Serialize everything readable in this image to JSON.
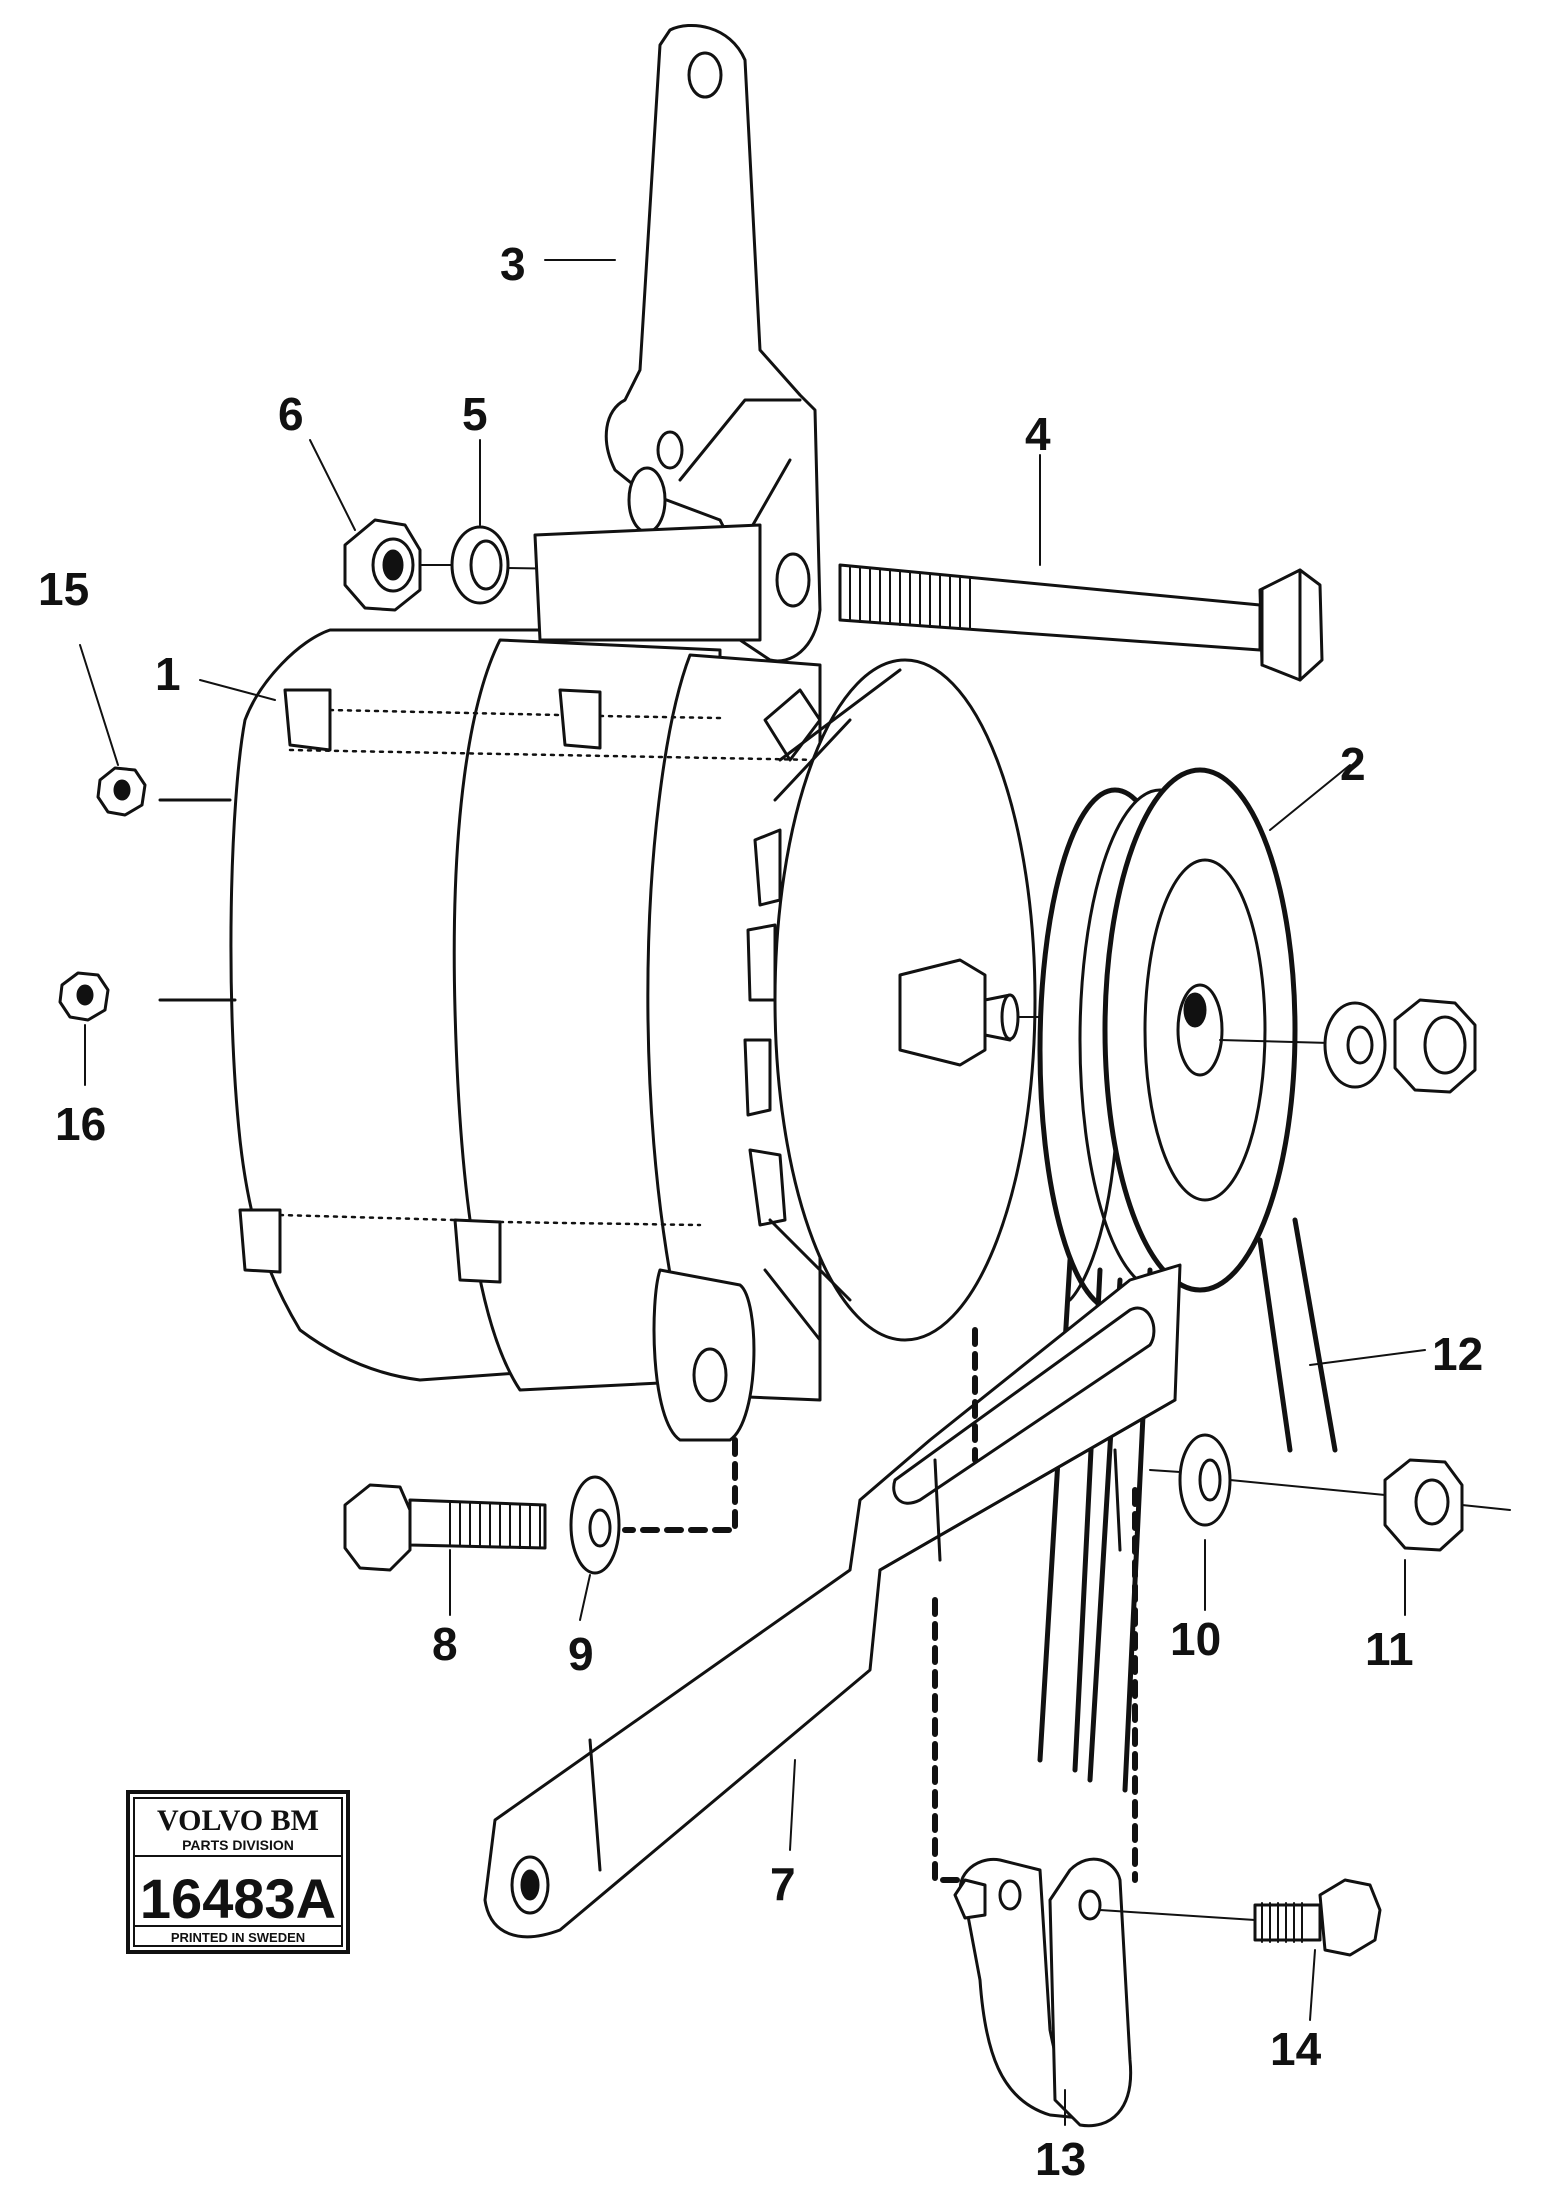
{
  "parts": [
    {
      "id": "1",
      "label": "1"
    },
    {
      "id": "2",
      "label": "2"
    },
    {
      "id": "3",
      "label": "3"
    },
    {
      "id": "4",
      "label": "4"
    },
    {
      "id": "5",
      "label": "5"
    },
    {
      "id": "6",
      "label": "6"
    },
    {
      "id": "7",
      "label": "7"
    },
    {
      "id": "8",
      "label": "8"
    },
    {
      "id": "9",
      "label": "9"
    },
    {
      "id": "10",
      "label": "10"
    },
    {
      "id": "11",
      "label": "11"
    },
    {
      "id": "12",
      "label": "12"
    },
    {
      "id": "13",
      "label": "13"
    },
    {
      "id": "14",
      "label": "14"
    },
    {
      "id": "15",
      "label": "15"
    },
    {
      "id": "16",
      "label": "16"
    }
  ],
  "stamp": {
    "brand": "VOLVO BM",
    "division": "PARTS DIVISION",
    "number": "16483A",
    "footer": "PRINTED IN SWEDEN"
  },
  "colors": {
    "ink": "#111111",
    "paper": "#ffffff"
  }
}
